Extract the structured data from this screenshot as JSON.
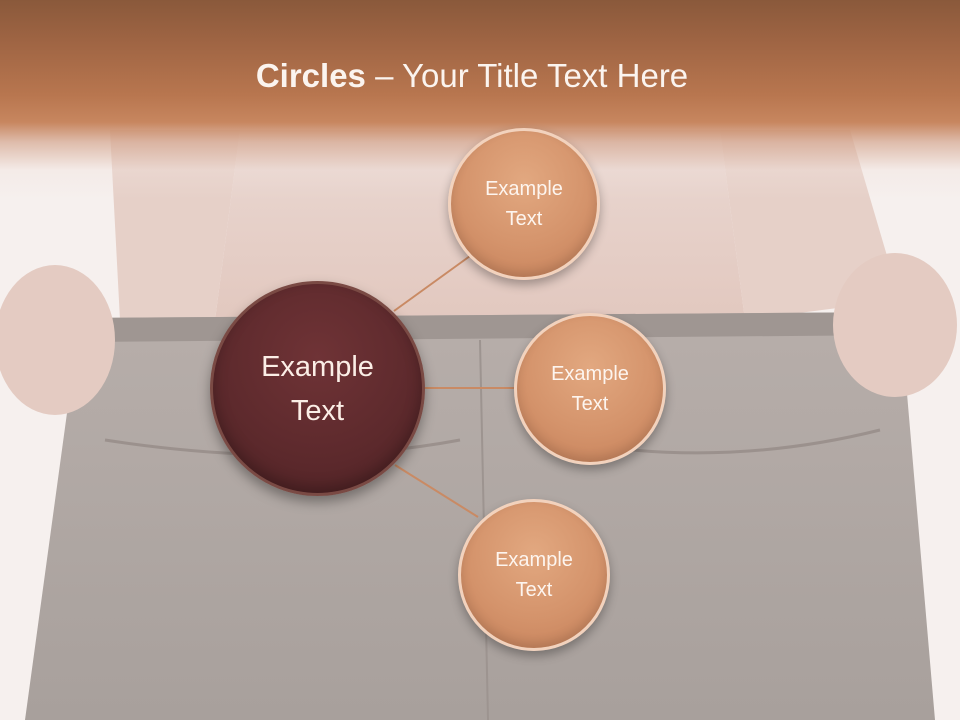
{
  "title": {
    "bold": "Circles",
    "rest": " – Your Title Text Here"
  },
  "center": {
    "line1": "Example",
    "line2": "Text"
  },
  "satellites": [
    {
      "line1": "Example",
      "line2": "Text"
    },
    {
      "line1": "Example",
      "line2": "Text"
    },
    {
      "line1": "Example",
      "line2": "Text"
    }
  ],
  "colors": {
    "title_band": "#b8764f",
    "center_fill": "#5e2a2d",
    "satellite_fill": "#d4936b",
    "connector": "#c98a64"
  }
}
